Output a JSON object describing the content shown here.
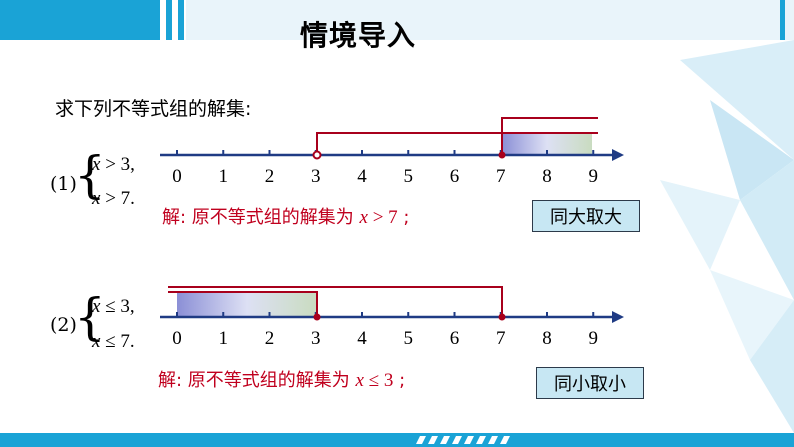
{
  "title": "情境导入",
  "intro": "求下列不等式组的解集:",
  "ticks": [
    "0",
    "1",
    "2",
    "3",
    "4",
    "5",
    "6",
    "7",
    "8",
    "9"
  ],
  "problems": [
    {
      "label": "(1)",
      "ineq1_var": "x",
      "ineq1_rest": " > 3,",
      "ineq2_var": "x",
      "ineq2_rest": " > 7.",
      "answer_prefix": "解: 原不等式组的解集为 ",
      "answer_var": "x",
      "answer_rest": " > 7",
      "answer_suffix": " ;",
      "tag": "同大取大"
    },
    {
      "label": "(2)",
      "ineq1_var": "x",
      "ineq1_rest": " ≤ 3,",
      "ineq2_var": "x",
      "ineq2_rest": " ≤ 7.",
      "answer_prefix": "解: 原不等式组的解集为 ",
      "answer_var": "x",
      "answer_rest": " ≤ 3",
      "answer_suffix": " ;",
      "tag": "同小取小"
    }
  ],
  "colors": {
    "accent": "#1aa3d6",
    "marker": "#a8001c",
    "answer": "#c0001e",
    "axis": "#1f3b84"
  }
}
